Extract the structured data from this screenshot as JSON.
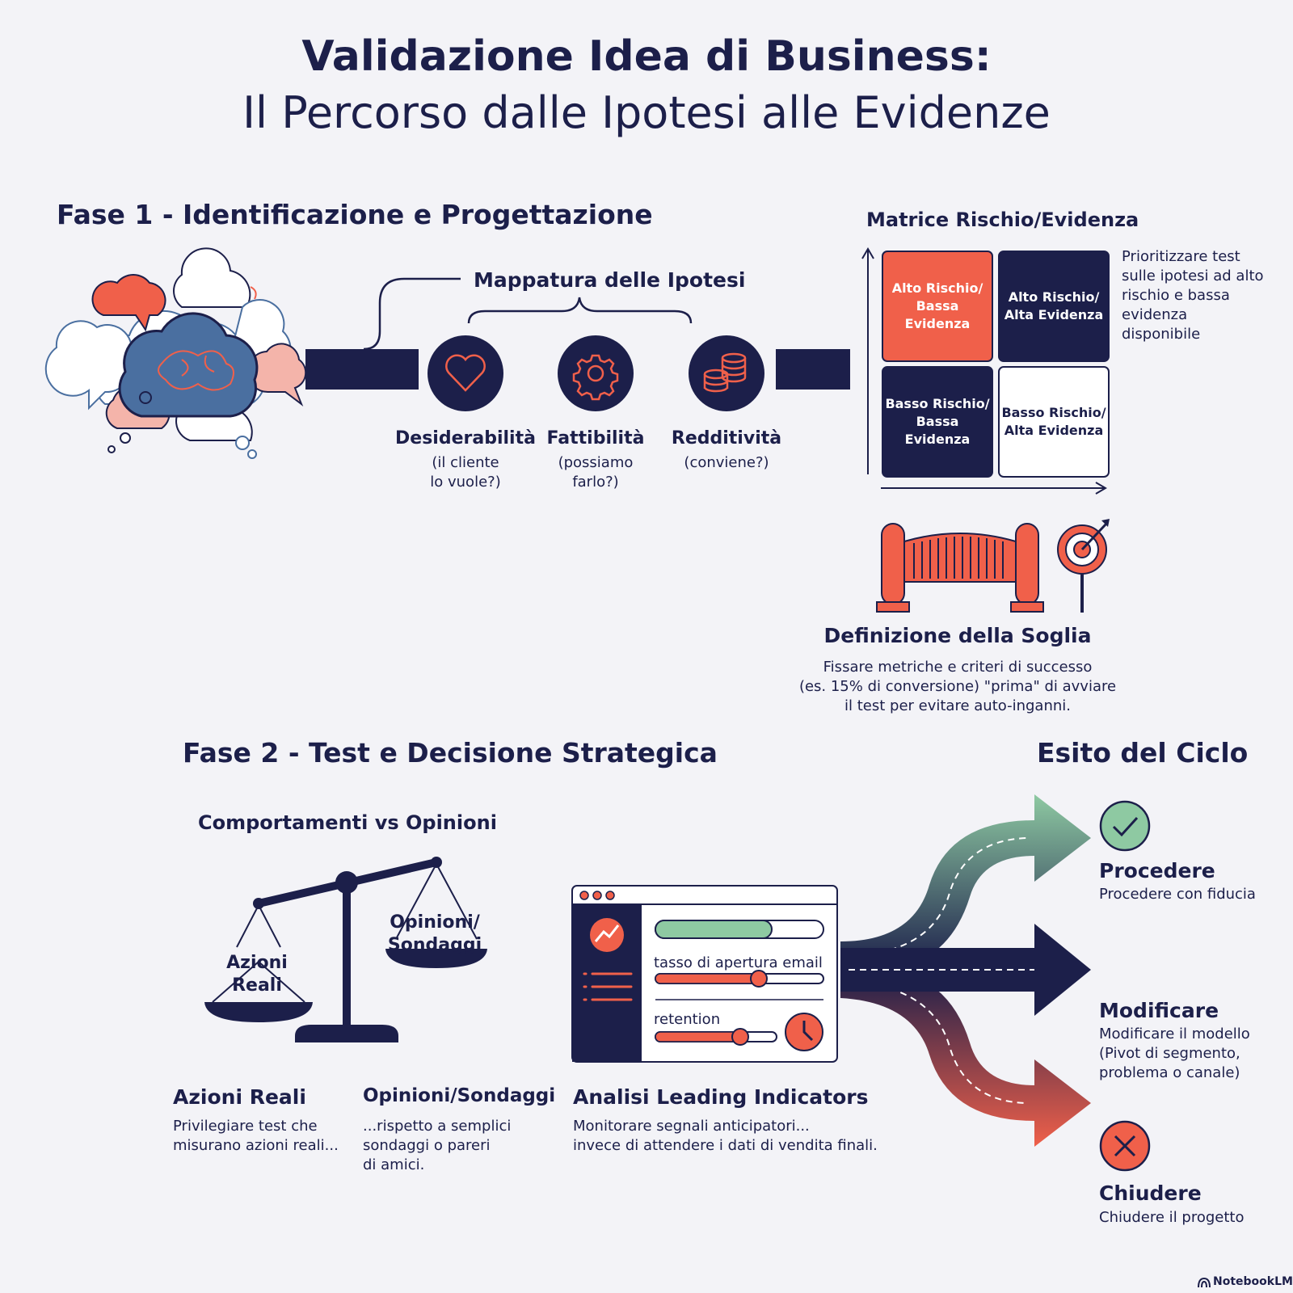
{
  "header": {
    "title": "Validazione Idea di Business:",
    "subtitle": "Il Percorso dalle Ipotesi alle Evidenze"
  },
  "phase1": {
    "title": "Fase 1 - Identificazione e Progettazione",
    "mapping_title": "Mappatura delle Ipotesi",
    "hypotheses": [
      {
        "label": "Desiderabilità",
        "sub1": "(il cliente",
        "sub2": "lo vuole?)",
        "icon": "heart-icon"
      },
      {
        "label": "Fattibilità",
        "sub1": "(possiamo",
        "sub2": "farlo?)",
        "icon": "gear-icon"
      },
      {
        "label": "Redditività",
        "sub1": "(conviene?)",
        "sub2": "",
        "icon": "coins-icon"
      }
    ],
    "matrix": {
      "title": "Matrice Rischio/Evidenza",
      "cells": [
        {
          "line1": "Alto Rischio/",
          "line2": "Bassa Evidenza"
        },
        {
          "line1": "Alto Rischio/",
          "line2": "Alta Evidenza"
        },
        {
          "line1": "Basso Rischio/",
          "line2": "Bassa Evidenza"
        },
        {
          "line1": "Basso Rischio/",
          "line2": "Alta Evidenza"
        }
      ],
      "note": [
        "Prioritizzare test",
        "sulle ipotesi ad alto",
        "rischio e bassa",
        "evidenza",
        "disponibile"
      ]
    },
    "threshold": {
      "title": "Definizione della Soglia",
      "lines": [
        "Fissare metriche e criteri di successo",
        "(es. 15% di conversione) \"prima\" di avviare",
        "il test per evitare auto-inganni."
      ]
    }
  },
  "phase2": {
    "title": "Fase 2 - Test e Decisione Strategica",
    "compare_title": "Comportamenti vs Opinioni",
    "scale_left": [
      "Azioni",
      "Reali"
    ],
    "scale_right": [
      "Opinioni/",
      "Sondaggi"
    ],
    "actions": {
      "title": "Azioni Reali",
      "lines": [
        "Privilegiare test che",
        "misurano azioni reali..."
      ]
    },
    "opinions": {
      "title": "Opinioni/Sondaggi",
      "lines": [
        "...rispetto a semplici",
        "sondaggi o pareri",
        "di amici."
      ]
    },
    "dashboard": {
      "metric1": "tasso di apertura email",
      "metric2": "retention",
      "title": "Analisi Leading Indicators",
      "lines": [
        "Monitorare segnali anticipatori...",
        "invece di attendere i dati di vendita finali."
      ]
    }
  },
  "outcome": {
    "title": "Esito del Ciclo",
    "items": [
      {
        "title": "Procedere",
        "lines": [
          "Procedere con fiducia"
        ],
        "color": "#8ec9a2"
      },
      {
        "title": "Modificare",
        "lines": [
          "Modificare il modello",
          "(Pivot di segmento,",
          "problema o canale)"
        ],
        "color": "#1c1f4a"
      },
      {
        "title": "Chiudere",
        "lines": [
          "Chiudere il progetto"
        ],
        "color": "#f0604a"
      }
    ]
  },
  "footer": {
    "brand": "NotebookLM"
  },
  "colors": {
    "navy": "#1c1f4a",
    "coral": "#f0604a",
    "blue": "#4a6fa0",
    "pink": "#f4b4aa",
    "green": "#8ec9a2"
  }
}
